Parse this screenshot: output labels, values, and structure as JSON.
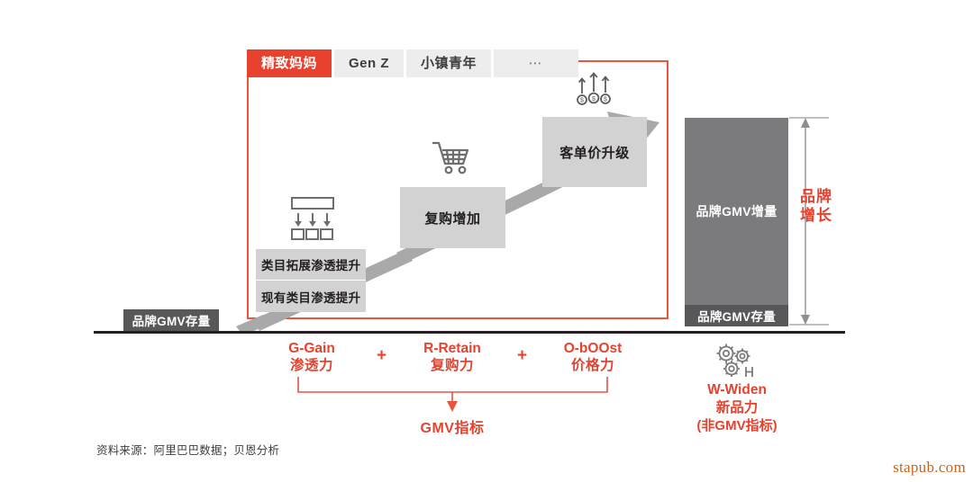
{
  "segments": {
    "tabs": [
      {
        "label": "精致妈妈",
        "active": true
      },
      {
        "label": "Gen Z",
        "active": false
      },
      {
        "label": "小镇青年",
        "active": false
      },
      {
        "label": "⋯",
        "active": false
      }
    ]
  },
  "steps": {
    "penetration_expand": "类目拓展渗透提升",
    "penetration_existing": "现有类目渗透提升",
    "repurchase": "复购增加",
    "price": "客单价升级"
  },
  "icons": {
    "expand": "expand-distribution-icon",
    "cart": "shopping-cart-icon",
    "coins": "rising-money-icon",
    "gears": "gears-icon"
  },
  "bar": {
    "increment": "品牌GMV增量",
    "stock_right": "品牌GMV存量",
    "stock_left": "品牌GMV存量",
    "growth_label": "品牌\n增长",
    "growth_label_line1": "品牌",
    "growth_label_line2": "增长"
  },
  "drivers": [
    {
      "en": "G-Gain",
      "cn": "渗透力"
    },
    {
      "en": "R-Retain",
      "cn": "复购力"
    },
    {
      "en": "O-bOOst",
      "cn": "价格力"
    }
  ],
  "operators": {
    "plus1": "+",
    "plus2": "+"
  },
  "gmv_index_label": "GMV指标",
  "widen": {
    "en": "W-Widen",
    "cn": "新品力",
    "sub": "(非GMV指标)"
  },
  "footer": {
    "source": "资料来源：阿里巴巴数据；贝恩分析",
    "watermark": "stapub.com"
  },
  "colors": {
    "accent_red": "#e8422e",
    "frame_red": "#e8553f",
    "box_gray": "#d2d2d2",
    "bar_increment": "#7b7b7e",
    "bar_stock": "#58585a",
    "baseline": "#231f20",
    "watermark": "#c8641e"
  }
}
